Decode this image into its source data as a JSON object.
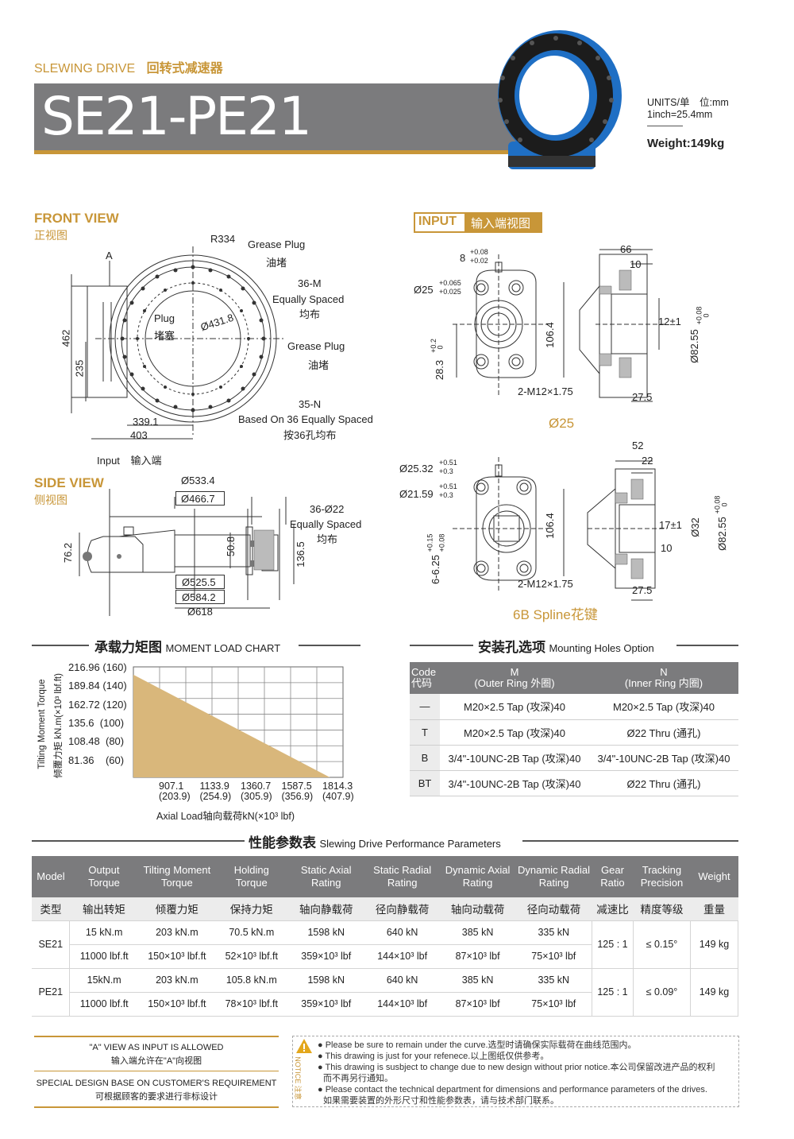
{
  "header": {
    "series_en": "SLEWING DRIVE",
    "series_cn": "回转式减速器",
    "model": "SE21-PE21",
    "units_line1": "UNITS/单　位:mm",
    "units_line2": "1inch=25.4mm",
    "weight": "Weight:149kg"
  },
  "front_view": {
    "title_en": "FRONT VIEW",
    "title_cn": "正视图",
    "labels": {
      "a": "A",
      "r334": "R334",
      "grease_plug_1_en": "Grease Plug",
      "grease_plug_1_cn": "油堵",
      "m36": "36-M",
      "equally_spaced_en": "Equally Spaced",
      "equally_spaced_cn": "均布",
      "plug_en": "Plug",
      "plug_cn": "堵塞",
      "d431": "Ø431.8",
      "grease_plug_2_en": "Grease Plug",
      "grease_plug_2_cn": "油堵",
      "n35": "35-N",
      "based_en": "Based On 36 Equally Spaced",
      "based_cn": "按36孔均布",
      "d462": "462",
      "d235": "235",
      "d339": "339.1",
      "d403": "403",
      "input_en": "Input",
      "input_cn": "输入端"
    }
  },
  "side_view": {
    "title_en": "SIDE VIEW",
    "title_cn": "侧视图",
    "labels": {
      "d533": "Ø533.4",
      "d466": "Ø466.7",
      "holes": "36-Ø22",
      "equally_en": "Equally Spaced",
      "equally_cn": "均布",
      "d76": "76.2",
      "d50": "50.8",
      "d136": "136.5",
      "d525": "Ø525.5",
      "d584": "Ø584.2",
      "d618": "Ø618"
    }
  },
  "input_view": {
    "tag": "INPUT",
    "title_cn": "输入端视图",
    "d25": {
      "tol_8_top": "+0.08",
      "tol_8_bot": "+0.02",
      "v8": "8",
      "tol_25_top": "+0.065",
      "tol_25_bot": "+0.025",
      "v25": "Ø25",
      "v66": "66",
      "v10": "10",
      "v12": "12±1",
      "v82": "Ø82.55",
      "tol_82_top": "+0.08",
      "tol_82_bot": "0",
      "v106": "106.4",
      "v28": "28.3",
      "tol_28_top": "+0.2",
      "tol_28_bot": "0",
      "m12": "2-M12×1.75",
      "v27": "27.5",
      "caption": "Ø25"
    },
    "spline": {
      "v52": "52",
      "v22": "22",
      "v2532": "Ø25.32",
      "tol_2532_top": "+0.51",
      "tol_2532_bot": "+0.3",
      "v2159": "Ø21.59",
      "tol_2159_top": "+0.51",
      "tol_2159_bot": "+0.3",
      "v625": "6-6.25",
      "tol_625_top": "+0.15",
      "tol_625_bot": "+0.08",
      "v106": "106.4",
      "v17": "17±1",
      "v32": "Ø32",
      "v82": "Ø82.55",
      "tol_82_top": "+0.08",
      "tol_82_bot": "0",
      "v10": "10",
      "m12": "2-M12×1.75",
      "v27": "27.5",
      "caption": "6B Spline花键"
    }
  },
  "moment_chart": {
    "title_cn": "承载力矩图",
    "title_en": "MOMENT LOAD CHART",
    "ylabel_en": "Tilting Moment Torque",
    "ylabel_cn": "倾覆力矩 kN.m(×10³ lbf.ft)",
    "xlabel": "Axial Load轴向载荷kN(×10³ lbf)",
    "y_ticks": [
      "216.96 (160)",
      "189.84 (140)",
      "162.72 (120)",
      "135.6  (100)",
      "108.48  (80)",
      "81.36    (60)"
    ],
    "x_ticks": [
      {
        "top": "907.1",
        "bot": "(203.9)"
      },
      {
        "top": "1133.9",
        "bot": "(254.9)"
      },
      {
        "top": "1360.7",
        "bot": "(305.9)"
      },
      {
        "top": "1587.5",
        "bot": "(356.9)"
      },
      {
        "top": "1814.3",
        "bot": "(407.9)"
      }
    ],
    "fill_color": "#d9b77b"
  },
  "mounting": {
    "title_cn": "安装孔选项",
    "title_en": "Mounting Holes Option",
    "headers": {
      "code_en": "Code",
      "code_cn": "代码",
      "m_top": "M",
      "m_bot": "(Outer Ring 外圈)",
      "n_top": "N",
      "n_bot": "(Inner Ring 内圈)"
    },
    "rows": [
      {
        "code": "—",
        "m": "M20×2.5 Tap (攻深)40",
        "n": "M20×2.5 Tap (攻深)40"
      },
      {
        "code": "T",
        "m": "M20×2.5 Tap (攻深)40",
        "n": "Ø22 Thru (通孔)"
      },
      {
        "code": "B",
        "m": "3/4\"-10UNC-2B Tap (攻深)40",
        "n": "3/4\"-10UNC-2B Tap (攻深)40"
      },
      {
        "code": "BT",
        "m": "3/4\"-10UNC-2B Tap (攻深)40",
        "n": "Ø22 Thru (通孔)"
      }
    ]
  },
  "performance": {
    "title_cn": "性能参数表",
    "title_en": "Slewing Drive Performance Parameters",
    "headers_en": [
      [
        "Model"
      ],
      [
        "Output",
        "Torque"
      ],
      [
        "Tilting Moment",
        "Torque"
      ],
      [
        "Holding",
        "Torque"
      ],
      [
        "Static Axial",
        "Rating"
      ],
      [
        "Static Radial",
        "Rating"
      ],
      [
        "Dynamic Axial",
        "Rating"
      ],
      [
        "Dynamic Radial",
        "Rating"
      ],
      [
        "Gear",
        "Ratio"
      ],
      [
        "Tracking",
        "Precision"
      ],
      [
        "Weight"
      ]
    ],
    "headers_cn": [
      "类型",
      "输出转矩",
      "倾覆力矩",
      "保持力矩",
      "轴向静载荷",
      "径向静载荷",
      "轴向动载荷",
      "径向动载荷",
      "减速比",
      "精度等级",
      "重量"
    ],
    "models": [
      {
        "name": "SE21",
        "row1": [
          "15 kN.m",
          "203 kN.m",
          "70.5 kN.m",
          "1598 kN",
          "640 kN",
          "385 kN",
          "335 kN"
        ],
        "row2": [
          "11000 lbf.ft",
          "150×10³ lbf.ft",
          "52×10³ lbf.ft",
          "359×10³ lbf",
          "144×10³ lbf",
          "87×10³ lbf",
          "75×10³ lbf"
        ],
        "ratio": "125 : 1",
        "precision": "≤ 0.15°",
        "weight": "149 kg"
      },
      {
        "name": "PE21",
        "row1": [
          "15kN.m",
          "203 kN.m",
          "105.8 kN.m",
          "1598 kN",
          "640 kN",
          "385 kN",
          "335 kN"
        ],
        "row2": [
          "11000 lbf.ft",
          "150×10³ lbf.ft",
          "78×10³ lbf.ft",
          "359×10³ lbf",
          "144×10³ lbf",
          "87×10³ lbf",
          "75×10³ lbf"
        ],
        "ratio": "125 : 1",
        "precision": "≤ 0.09°",
        "weight": "149 kg"
      }
    ]
  },
  "footer": {
    "note_a_en": "\"A\" VIEW AS INPUT IS ALLOWED",
    "note_a_cn": "输入端允许在\"A\"向视图",
    "note_b_en": "SPECIAL DESIGN BASE ON CUSTOMER'S REQUIREMENT",
    "note_b_cn": "可根据顾客的要求进行非标设计",
    "notice_label": "NOTICE 注意",
    "notices": [
      "Please be sure to remain under the curve.选型时请确保实际载荷在曲线范围内。",
      "This drawing is just for your refenece.以上图纸仅供参考。",
      "This drawing is susbject to change due to new design without prior notice.本公司保留改进产品的权利",
      "而不再另行通知。",
      "Please contact the technical department for dimensions and performance parameters of the drives.",
      "如果需要装置的外形尺寸和性能参数表，请与技术部门联系。"
    ]
  },
  "colors": {
    "gold": "#c89638",
    "header_gray": "#7b7b7d",
    "drive_blue": "#1f6fc4"
  }
}
